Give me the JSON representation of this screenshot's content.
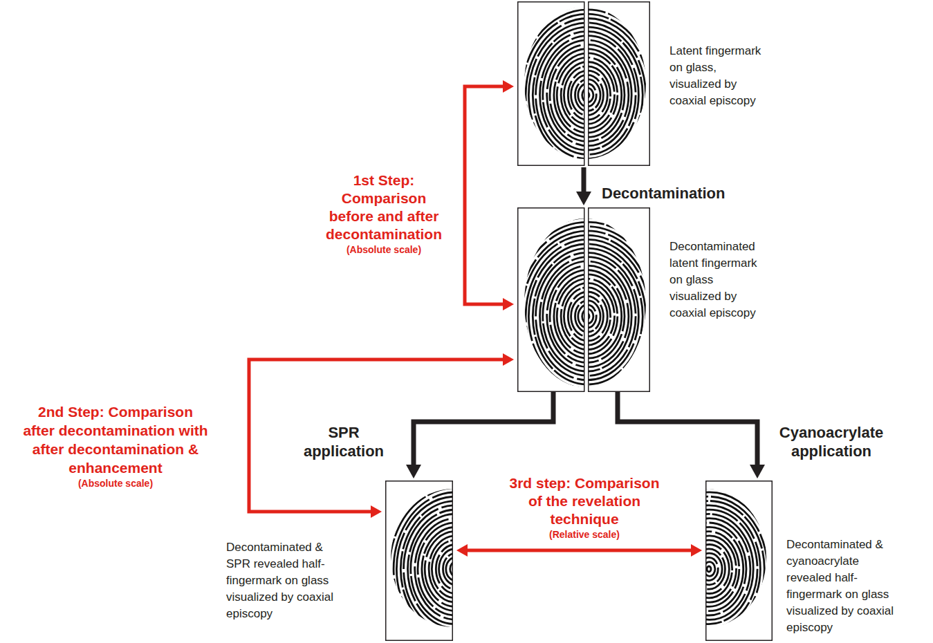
{
  "diagram": {
    "nodes": [
      {
        "text": [
          "Latent fingermark on glass, visualized by coaxial episcopy"
        ]
      },
      {
        "text": [
          "Decontaminated latent fingermark on glass visualized by coaxial episcopy"
        ]
      },
      {
        "text": [
          "Decontaminated & SPR revealed half-fingermark on glass visualized by coaxial episcopy"
        ]
      },
      {
        "text": [
          "Decontaminated & cyanoacrylate revealed half-fingermark on glass visualized by coaxial episcopy"
        ]
      }
    ],
    "edges": [
      {
        "from": 0,
        "to": 1,
        "arrow": "to",
        "label": "Decontamination"
      },
      {
        "from": 0,
        "to": 1,
        "arrow": "both",
        "label": "1st Step: Comparison before and after decontamination"
      },
      {
        "from": 1,
        "to": 2,
        "arrow": "to",
        "label": "SPR application"
      },
      {
        "from": 1,
        "to": 3,
        "arrow": "to",
        "label": "Cyanoacrylate application"
      },
      {
        "from": 1,
        "to": 2,
        "arrow": "both",
        "label": "2nd Step: Comparison after decontamination with after decontamination & enhancement"
      },
      {
        "from": 2,
        "to": 3,
        "arrow": "both",
        "label": "3rd step: Comparison of the revelation technique"
      }
    ],
    "labels": [
      "(Absolute scale)",
      "(Absolute scale)",
      "(Relative scale)"
    ]
  }
}
